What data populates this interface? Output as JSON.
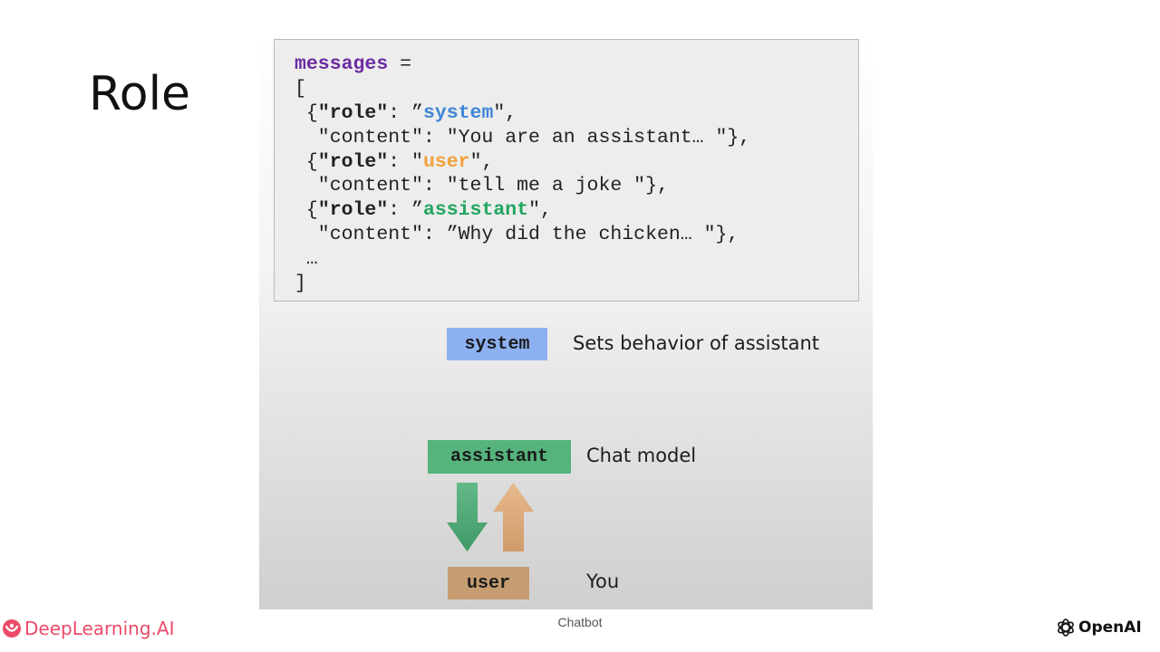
{
  "slide": {
    "title": "Role",
    "footer_label": "Chatbot"
  },
  "code": {
    "var_name": "messages",
    "assign": " =",
    "open_bracket": "[",
    "messages": [
      {
        "open": " {",
        "role_key": "\"role\"",
        "sep": ": ",
        "role_open_quote": "”",
        "role_value": "system",
        "role_close": "\",",
        "content_line": "  \"content\": \"You are an assistant… \"},"
      },
      {
        "open": " {",
        "role_key": "\"role\"",
        "sep": ": ",
        "role_open_quote": "\"",
        "role_value": "user",
        "role_close": "\",",
        "content_line": "  \"content\": \"tell me a joke \"},"
      },
      {
        "open": " {",
        "role_key": "\"role\"",
        "sep": ": ",
        "role_open_quote": "”",
        "role_value": "assistant",
        "role_close": "\",",
        "content_line": "  \"content\": ”Why did the chicken… \"},"
      }
    ],
    "ellipsis": " …",
    "close_bracket": "]"
  },
  "roles": {
    "system": {
      "label": "system",
      "description": "Sets behavior of assistant",
      "color": "#8db0f0"
    },
    "assistant": {
      "label": "assistant",
      "description": "Chat model",
      "color": "#55b37b"
    },
    "user": {
      "label": "user",
      "description": "You",
      "color": "#c69c71"
    }
  },
  "icons": {
    "down_arrow": "arrow-down-icon",
    "up_arrow": "arrow-up-icon",
    "deeplearning_logo": "deeplearning-logo-icon",
    "openai_logo": "openai-logo-icon"
  },
  "branding": {
    "left": "DeepLearning.AI",
    "right": "OpenAI"
  }
}
